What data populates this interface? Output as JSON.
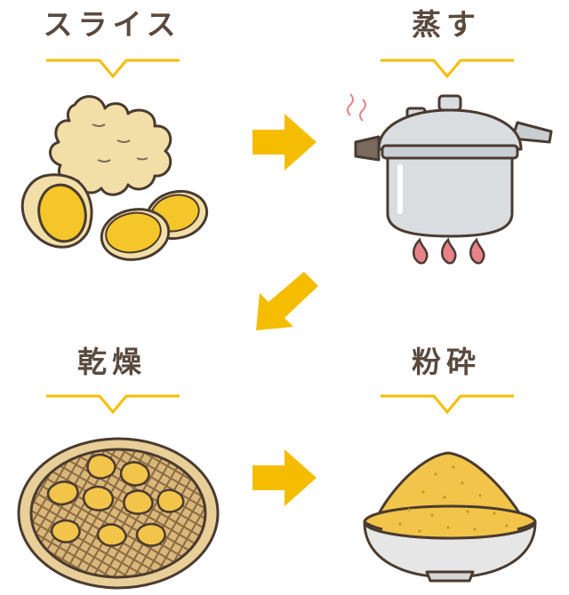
{
  "steps": [
    {
      "id": "slice",
      "label": "スライス",
      "icon": "ginger-slices-icon"
    },
    {
      "id": "steam",
      "label": "蒸す",
      "icon": "pressure-cooker-icon"
    },
    {
      "id": "dry",
      "label": "乾燥",
      "icon": "drying-basket-icon"
    },
    {
      "id": "grind",
      "label": "粉砕",
      "icon": "powder-bowl-icon"
    }
  ],
  "arrows": [
    {
      "from": "slice",
      "to": "steam",
      "icon": "arrow-right-icon"
    },
    {
      "from": "steam",
      "to": "dry",
      "icon": "arrow-down-left-icon"
    },
    {
      "from": "dry",
      "to": "grind",
      "icon": "arrow-right-icon"
    }
  ],
  "colors": {
    "accent": "#f5bd00",
    "outline": "#4a3b30",
    "text": "#5a4a3e",
    "ginger_skin": "#f2dfa8",
    "ginger_flesh": "#f5c62a",
    "pot_body": "#d9dde0",
    "flame": "#e8828a",
    "basket": "#d9b77b",
    "powder": "#f2c44a"
  }
}
